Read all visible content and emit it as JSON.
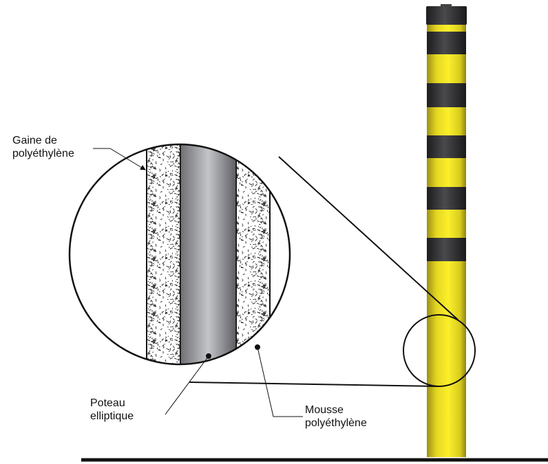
{
  "labels": {
    "sheath_line1": "Gaine de",
    "sheath_line2": "polyéthylène",
    "post_line1": "Poteau",
    "post_line2": "elliptique",
    "foam_line1": "Mousse",
    "foam_line2": "polyéthylène"
  },
  "colors": {
    "yellow": "#f0e21e",
    "black": "#2a2a2c",
    "steel": "#9a9b9f"
  }
}
